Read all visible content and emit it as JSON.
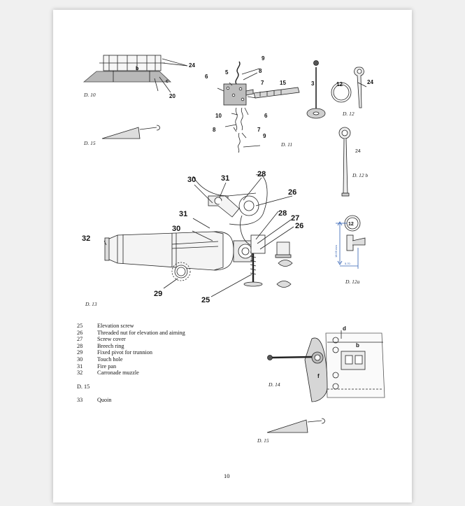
{
  "captions": {
    "d10": "D. 10",
    "d11": "D. 11",
    "d12": "D. 12",
    "d12b": "D. 12 b",
    "d12a": "D. 12a",
    "d13": "D. 13",
    "d14": "D. 14",
    "d15_top": "D. 15",
    "d15_bottom": "D. 15"
  },
  "figure_labels": {
    "d10": {
      "l24": "24",
      "l20": "20",
      "b": "b",
      "c": "c"
    },
    "d11": {
      "l9a": "9",
      "l5": "5",
      "l8a": "8",
      "l6a": "6",
      "l7a": "7",
      "l15": "15",
      "l10": "10",
      "l6b": "6",
      "l8b": "8",
      "l7b": "7",
      "l9b": "9"
    },
    "d12": {
      "l3": "3",
      "l12": "12",
      "l24": "24"
    },
    "d12b": {
      "l24": "24"
    },
    "d12a": {
      "l12": "12",
      "dim_v": "18.55 mm",
      "dim_h": "5.70"
    },
    "d13": {
      "l30a": "30",
      "l31a": "31",
      "l28a": "28",
      "l26a": "26",
      "l31b": "31",
      "l28b": "28",
      "l27": "27",
      "l30b": "30",
      "l26b": "26",
      "l32": "32",
      "l29": "29",
      "l25": "25"
    },
    "d14": {
      "d": "d",
      "b": "b",
      "f": "f"
    }
  },
  "legend": {
    "items": [
      {
        "num": "25",
        "text": "Elevation screw"
      },
      {
        "num": "26",
        "text": "Threaded nut for elevation and aiming"
      },
      {
        "num": "27",
        "text": "Screw cover"
      },
      {
        "num": "28",
        "text": "Breech ring"
      },
      {
        "num": "29",
        "text": "Fixed pivot for trunnion"
      },
      {
        "num": "30",
        "text": "Touch hole"
      },
      {
        "num": "31",
        "text": "Fire pan"
      },
      {
        "num": "32",
        "text": "Carronade muzzle"
      }
    ],
    "d15": "D. 15",
    "quoin_num": "33",
    "quoin_text": "Quoin"
  },
  "page_number": "10"
}
